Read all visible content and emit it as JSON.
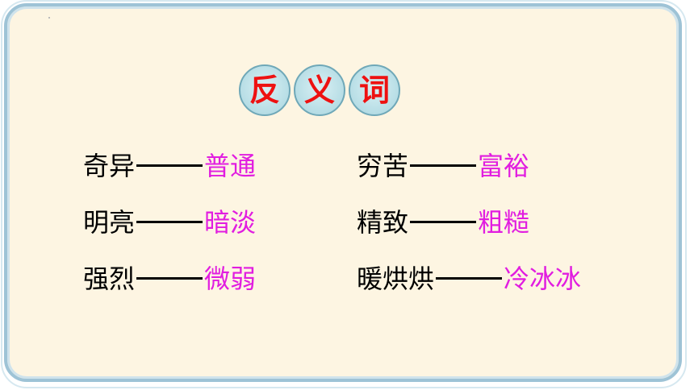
{
  "title_chars": [
    "反",
    "义",
    "词"
  ],
  "pairs": [
    {
      "word": "奇异",
      "antonym": "普通"
    },
    {
      "word": "明亮",
      "antonym": "暗淡"
    },
    {
      "word": "强烈",
      "antonym": "微弱"
    },
    {
      "word": "穷苦",
      "antonym": "富裕"
    },
    {
      "word": "精致",
      "antonym": "粗糙"
    },
    {
      "word": "暖烘烘",
      "antonym": "冷冰冰"
    }
  ],
  "colors": {
    "title_text": "#ee1111",
    "antonym_text": "#e11de0",
    "panel_bg": "#fdf5e2",
    "frame_border": "#9ec3d6"
  }
}
